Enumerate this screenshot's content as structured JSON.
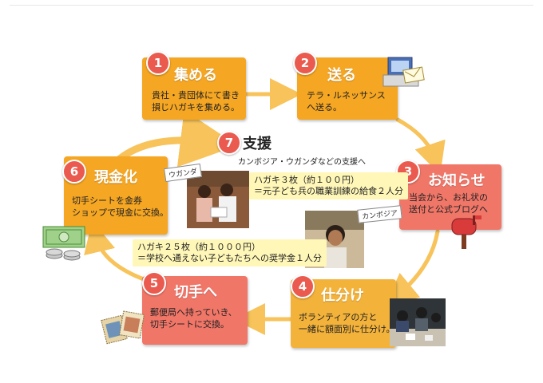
{
  "steps": [
    {
      "number": "1",
      "title": "集める",
      "desc1": "貴社・貴団体にて書き",
      "desc2": "損じハガキを集める。"
    },
    {
      "number": "2",
      "title": "送る",
      "desc1": "テラ・ルネッサンス",
      "desc2": "へ送る。"
    },
    {
      "number": "3",
      "title": "お知らせ",
      "desc1": "当会から、お礼状の",
      "desc2": "送付と公式ブログへ"
    },
    {
      "number": "4",
      "title": "仕分け",
      "desc1": "ボランティアの方と",
      "desc2": "一緒に額面別に仕分け。"
    },
    {
      "number": "5",
      "title": "切手へ",
      "desc1": "郵便局へ持っていき、",
      "desc2": "切手シートに交換。"
    },
    {
      "number": "6",
      "title": "現金化",
      "desc1": "切手シートを金券",
      "desc2": "ショップで現金に交換。"
    }
  ],
  "support": {
    "number": "7",
    "title": "支援",
    "subtitle": "カンボジア・ウガンダなどの支援へ",
    "uganda_tag": "ウガンダ",
    "cambodia_tag": "カンボジア",
    "note1_line1": "ハガキ３枚（約１００円）",
    "note1_line2": "＝元子ども兵の職業訓練の給食２人分",
    "note2_line1": "ハガキ２５枚（約１０００円）",
    "note2_line2": "＝学校へ通えない子どもたちへの奨学金１人分"
  },
  "colors": {
    "orange": "#f5a623",
    "salmon": "#f07668",
    "arrow": "#f7c35a",
    "badge": "#ea5a4e"
  }
}
